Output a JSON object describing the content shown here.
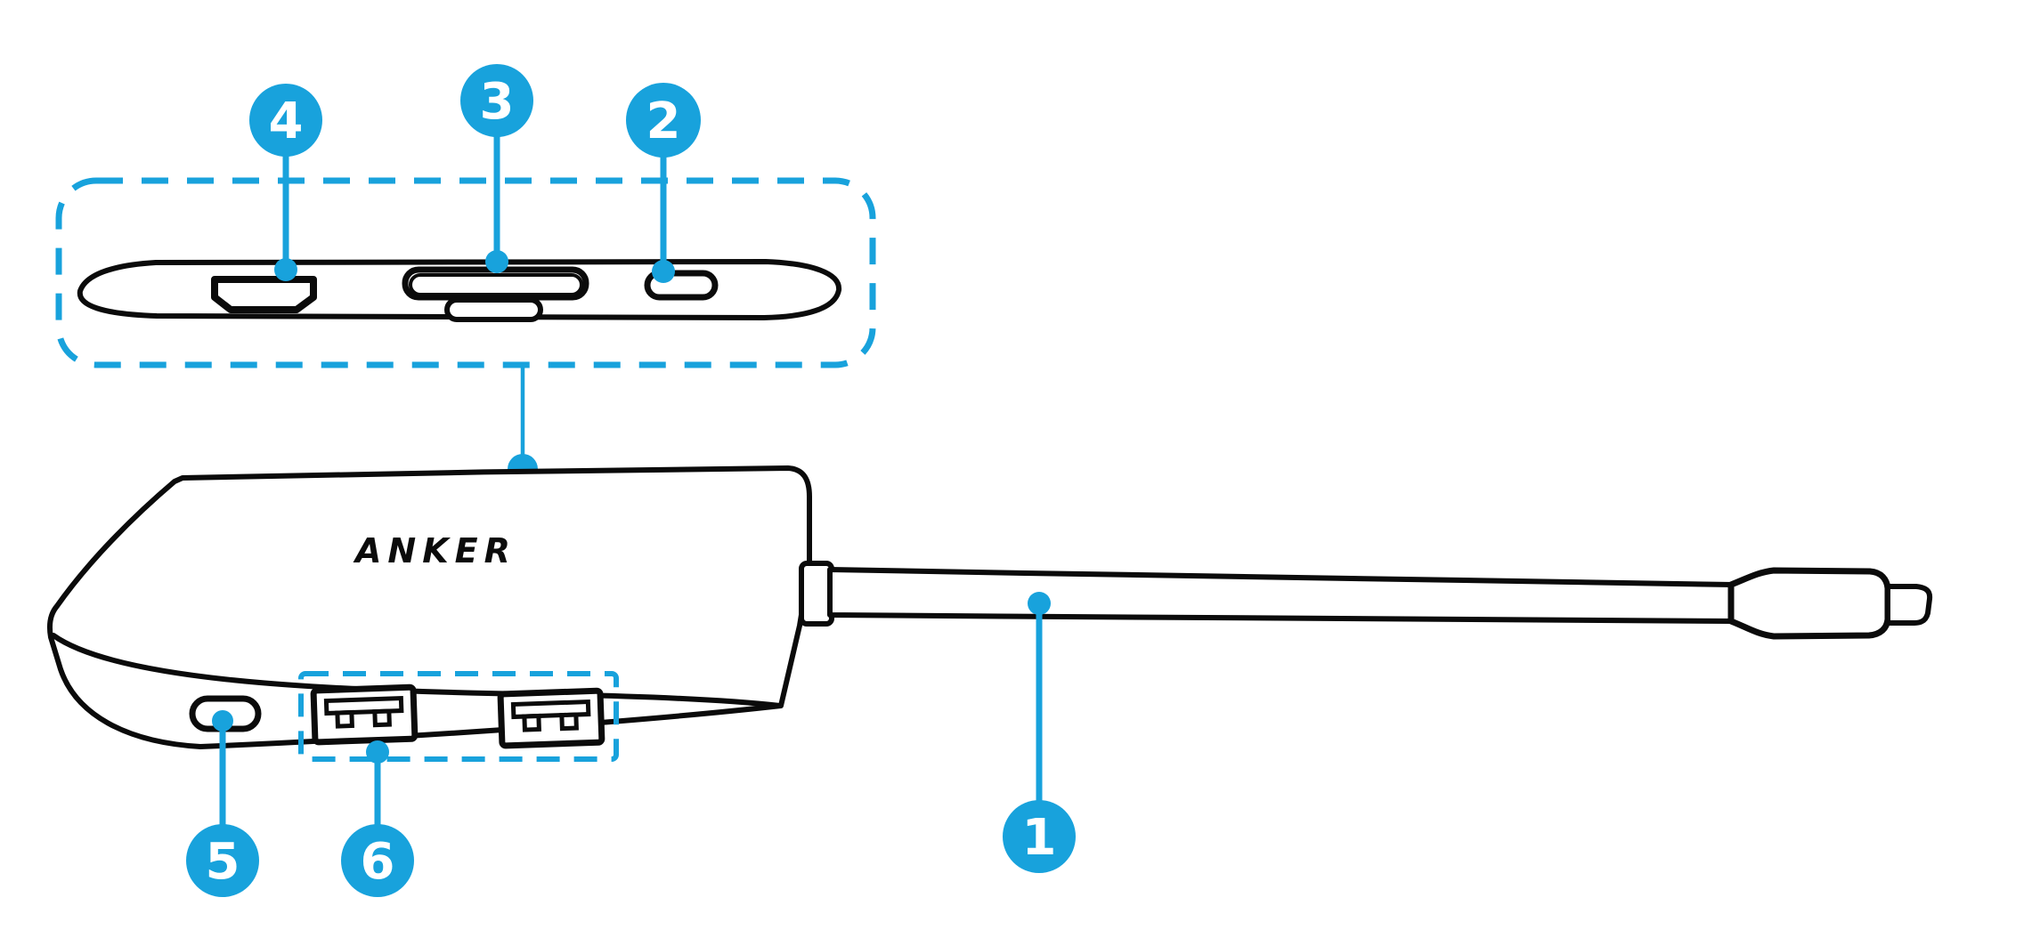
{
  "diagram": {
    "logo_text": "ANKER",
    "colors": {
      "accent_blue": "#18A2DC",
      "outline_black": "#0b0b0b",
      "background": "#ffffff",
      "callout_number_color": "#ffffff"
    },
    "callouts": [
      {
        "number": "1"
      },
      {
        "number": "2"
      },
      {
        "number": "3"
      },
      {
        "number": "4"
      },
      {
        "number": "5"
      },
      {
        "number": "6"
      }
    ]
  }
}
